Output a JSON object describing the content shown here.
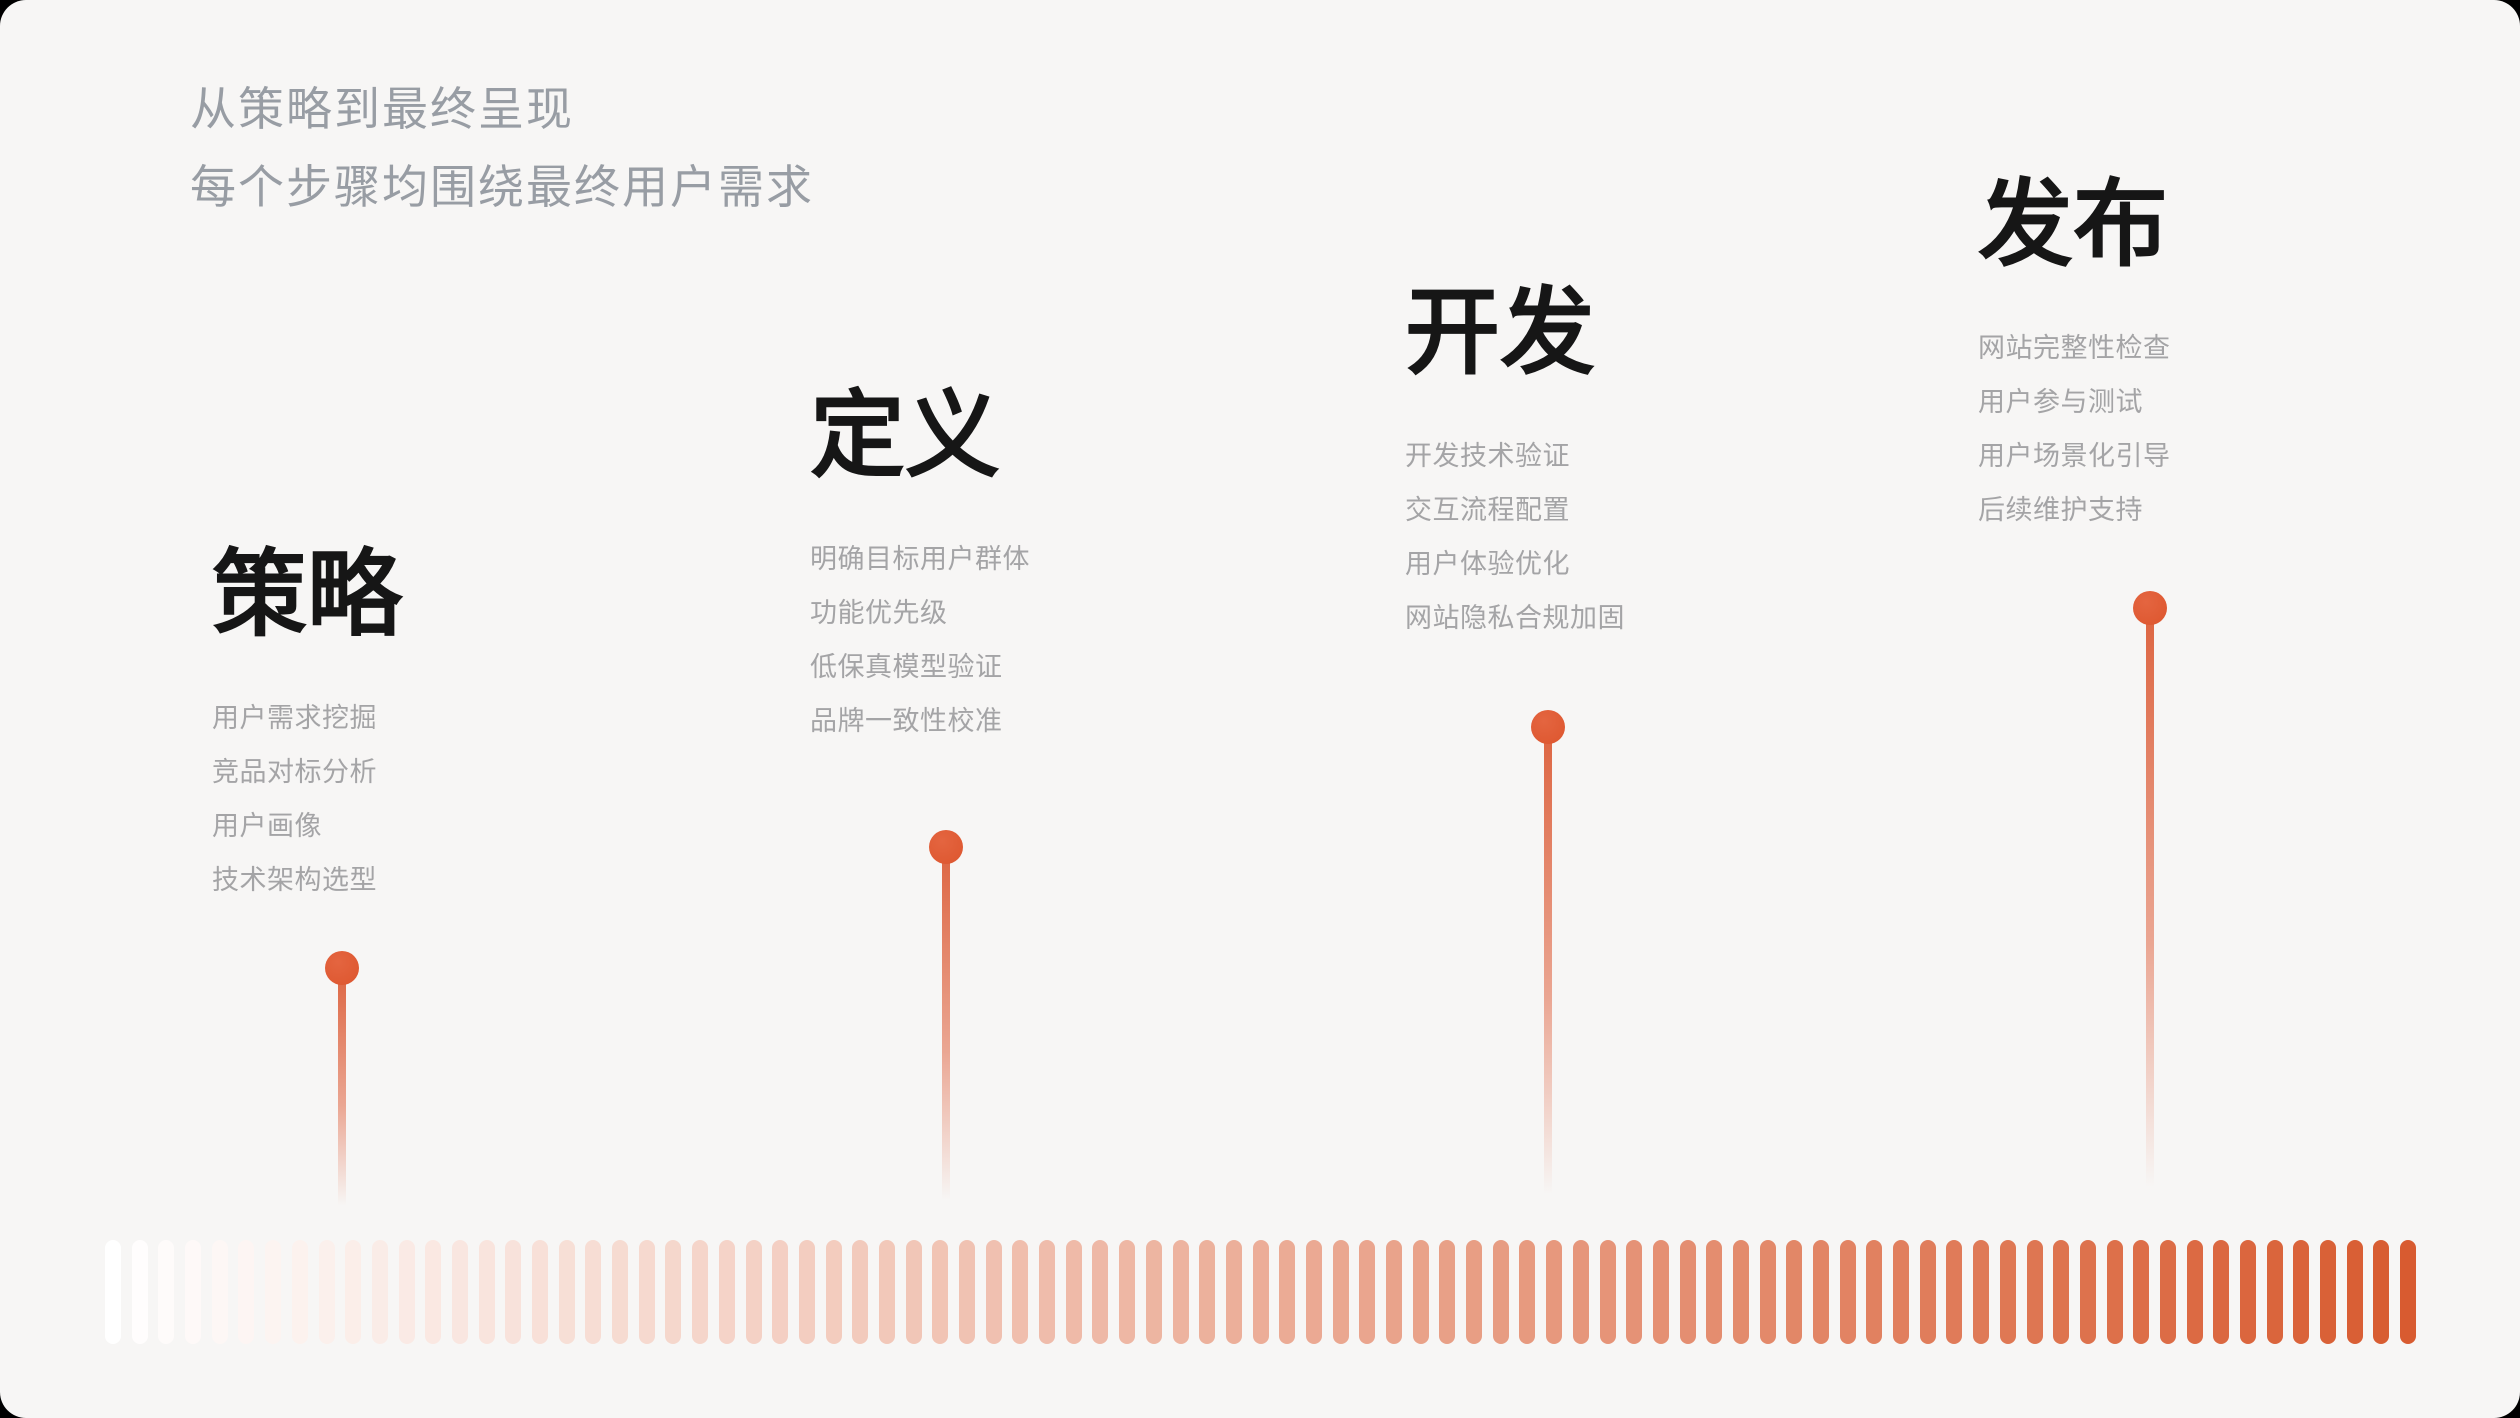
{
  "header": {
    "subtitle_line1": "从策略到最终呈现",
    "subtitle_line2": "每个步骤均围绕最终用户需求"
  },
  "sections": [
    {
      "title": "策略",
      "items": [
        "用户需求挖掘",
        "竞品对标分析",
        "用户画像",
        "技术架构选型"
      ]
    },
    {
      "title": "定义",
      "items": [
        "明确目标用户群体",
        "功能优先级",
        "低保真模型验证",
        "品牌一致性校准"
      ]
    },
    {
      "title": "开发",
      "items": [
        "开发技术验证",
        "交互流程配置",
        "用户体验优化",
        "网站隐私合规加固"
      ]
    },
    {
      "title": "发布",
      "items": [
        "网站完整性检查",
        "用户参与测试",
        "用户场景化引导",
        "后续维护支持"
      ]
    }
  ],
  "timeline": {
    "bar_count": 87,
    "gradient_from": "#ffffff",
    "gradient_to": "#d85b30"
  },
  "colors": {
    "background": "#f7f6f5",
    "accent": "#df5c35",
    "heading_text": "#161616",
    "item_text": "#a4a4a6",
    "subtitle_text": "#989da4"
  }
}
